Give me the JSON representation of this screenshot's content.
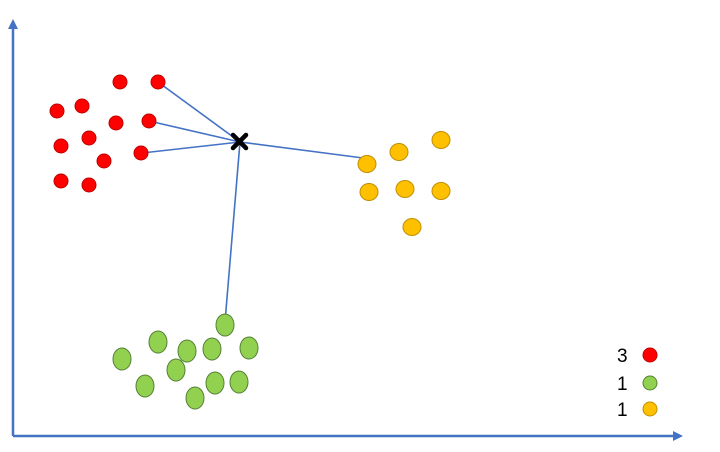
{
  "colors": {
    "axis": "#4472C4",
    "connector": "#4472C4",
    "query_marker": "#000000",
    "red_fill": "#FF0000",
    "red_stroke": "#C00000",
    "green_fill": "#92D050",
    "green_stroke": "#548235",
    "orange_fill": "#FFC000",
    "orange_stroke": "#BF9000"
  },
  "legend": [
    {
      "count": "3",
      "color": "red"
    },
    {
      "count": "1",
      "color": "green"
    },
    {
      "count": "1",
      "color": "orange"
    }
  ]
}
